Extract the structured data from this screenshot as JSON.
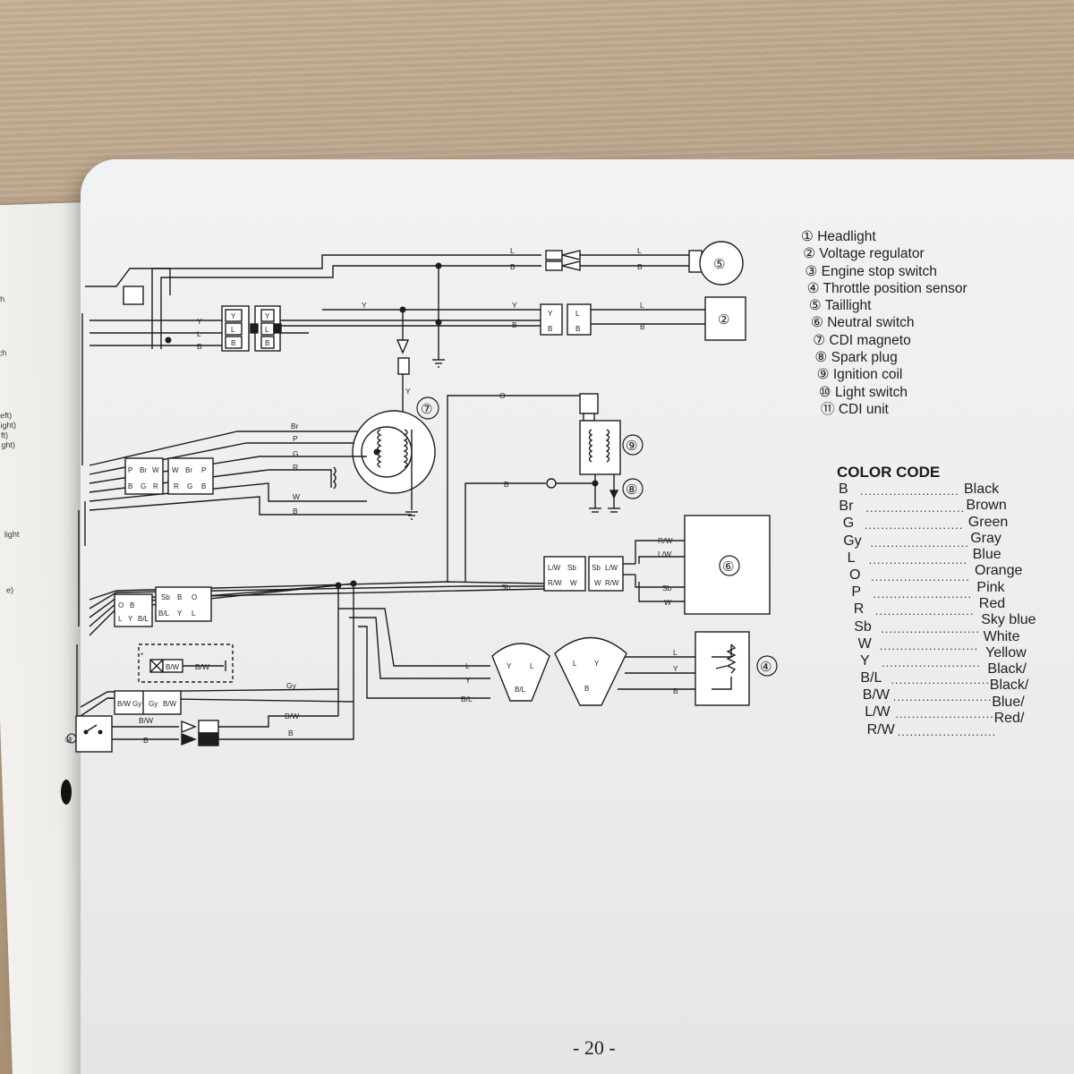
{
  "legend": {
    "items": [
      {
        "num": "①",
        "label": "Headlight"
      },
      {
        "num": "②",
        "label": "Voltage regulator"
      },
      {
        "num": "③",
        "label": "Engine stop switch"
      },
      {
        "num": "④",
        "label": "Throttle position sensor"
      },
      {
        "num": "⑤",
        "label": "Taillight"
      },
      {
        "num": "⑥",
        "label": "Neutral switch"
      },
      {
        "num": "⑦",
        "label": "CDI magneto"
      },
      {
        "num": "⑧",
        "label": "Spark plug"
      },
      {
        "num": "⑨",
        "label": "Ignition coil"
      },
      {
        "num": "⑩",
        "label": "Light switch"
      },
      {
        "num": "⑪",
        "label": "CDI unit"
      }
    ]
  },
  "color_code": {
    "title": "COLOR CODE",
    "rows": [
      {
        "abbr": "B",
        "name": "Black"
      },
      {
        "abbr": "Br",
        "name": "Brown"
      },
      {
        "abbr": "G",
        "name": "Green"
      },
      {
        "abbr": "Gy",
        "name": "Gray"
      },
      {
        "abbr": "L",
        "name": "Blue"
      },
      {
        "abbr": "O",
        "name": "Orange"
      },
      {
        "abbr": "P",
        "name": "Pink"
      },
      {
        "abbr": "R",
        "name": "Red"
      },
      {
        "abbr": "Sb",
        "name": "Sky blue"
      },
      {
        "abbr": "W",
        "name": "White"
      },
      {
        "abbr": "Y",
        "name": "Yellow"
      },
      {
        "abbr": "B/L",
        "name": "Black/"
      },
      {
        "abbr": "B/W",
        "name": "Black/"
      },
      {
        "abbr": "L/W",
        "name": "Blue/"
      },
      {
        "abbr": "R/W",
        "name": "Red/"
      }
    ]
  },
  "left_page": {
    "fragments": [
      "ch",
      "ch",
      "eft)",
      "ight)",
      "ft)",
      "ght)",
      "light",
      "e)"
    ]
  },
  "diagram": {
    "components": {
      "taillight": "⑤",
      "voltage_regulator": "②",
      "cdi_magneto": "⑦",
      "ignition_coil": "⑨",
      "spark_plug": "⑧",
      "neutral_switch": "⑥",
      "throttle_sensor": "④",
      "light_switch": "⑩"
    },
    "wire_labels": {
      "top_L": "L",
      "top_B": "B",
      "taillight_L": "L",
      "taillight_B": "B",
      "reg_Y": "Y",
      "reg_B": "B",
      "reg_out_L": "L",
      "reg_out_B": "B",
      "y_main": "Y",
      "y_mid": "Y",
      "lc_Y": "Y",
      "lc_L": "L",
      "lc_B": "B",
      "mag_Br": "Br",
      "mag_P": "P",
      "mag_G": "G",
      "mag_R": "R",
      "mag_W": "W",
      "mag_B": "B",
      "coil_O": "O",
      "coil_B": "B",
      "neutral_Sb": "Sb",
      "ns_RW": "R/W",
      "ns_LW": "L/W",
      "ns_Sb": "Sb",
      "ns_W": "W",
      "tps_L": "L",
      "tps_Y": "Y",
      "tps_BL": "B/L",
      "tps_out_L": "L",
      "tps_out_Y": "Y",
      "tps_out_B": "B",
      "gy": "Gy",
      "star_BW": "B/W",
      "ls_BW": "B/W",
      "ls_B": "B",
      "ls_out_BW": "B/W",
      "ls_out_B": "B"
    },
    "connector_pins": {
      "c1": [
        "Y",
        "L",
        "B"
      ],
      "c2": [
        "Y",
        "L",
        "B"
      ],
      "reg_conn_left": [
        "Y",
        "B"
      ],
      "reg_conn_right": [
        "L",
        "B"
      ],
      "mag_conn_left": [
        "P",
        "Br",
        "W",
        "B",
        "G",
        "R"
      ],
      "mag_conn_right": [
        "W",
        "Br",
        "P",
        "R",
        "G",
        "B"
      ],
      "main_conn_left": [
        "O",
        "B",
        "L",
        "Y",
        "B/L"
      ],
      "main_conn_right": [
        "Sb",
        "B",
        "O",
        "B/L",
        "Y",
        "L"
      ],
      "ns_conn_left": [
        "L/W",
        "Sb",
        "R/W",
        "W"
      ],
      "ns_conn_right": [
        "Sb",
        "L/W",
        "W",
        "R/W"
      ],
      "tps_left": [
        "Y",
        "L",
        "B/L"
      ],
      "tps_right": [
        "L",
        "Y",
        "B"
      ],
      "gy_conn": [
        "B/W",
        "Gy",
        "Gy",
        "B/W"
      ],
      "star_conn": "B/W",
      "star_mark": "*"
    }
  },
  "page_number": "- 20 -"
}
